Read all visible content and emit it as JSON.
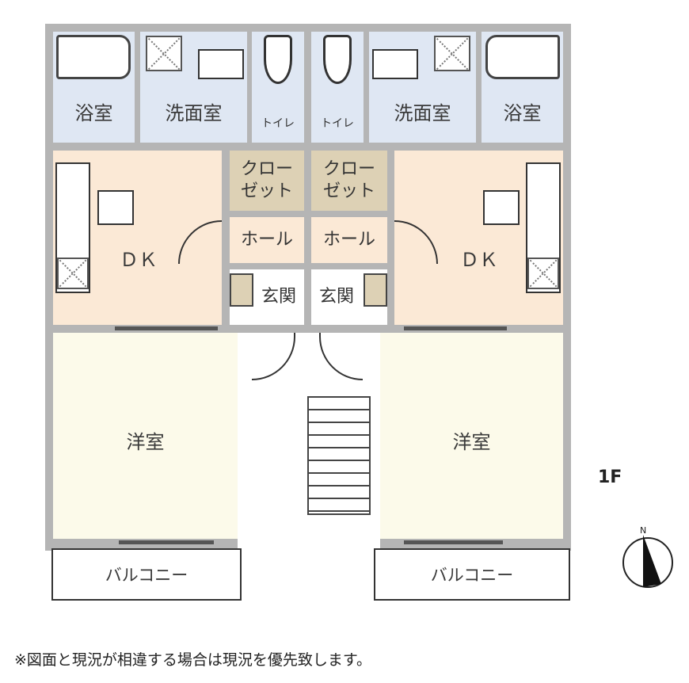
{
  "rooms": {
    "bath": "浴室",
    "washroom": "洗面室",
    "toilet": "トイレ",
    "closet_line1": "クロー",
    "closet_line2": "ゼット",
    "hall": "ホール",
    "dk": "ＤＫ",
    "entrance": "玄関",
    "western_room": "洋室",
    "balcony": "バルコニー"
  },
  "floor_label": "1F",
  "compass_label": "N",
  "note": "※図面と現況が相違する場合は現況を優先致します。",
  "colors": {
    "wall": "#b5b5b5",
    "wet": "#dfe7f3",
    "dk": "#fbe9d6",
    "closet": "#ddd1b5",
    "western": "#fcfaea"
  }
}
